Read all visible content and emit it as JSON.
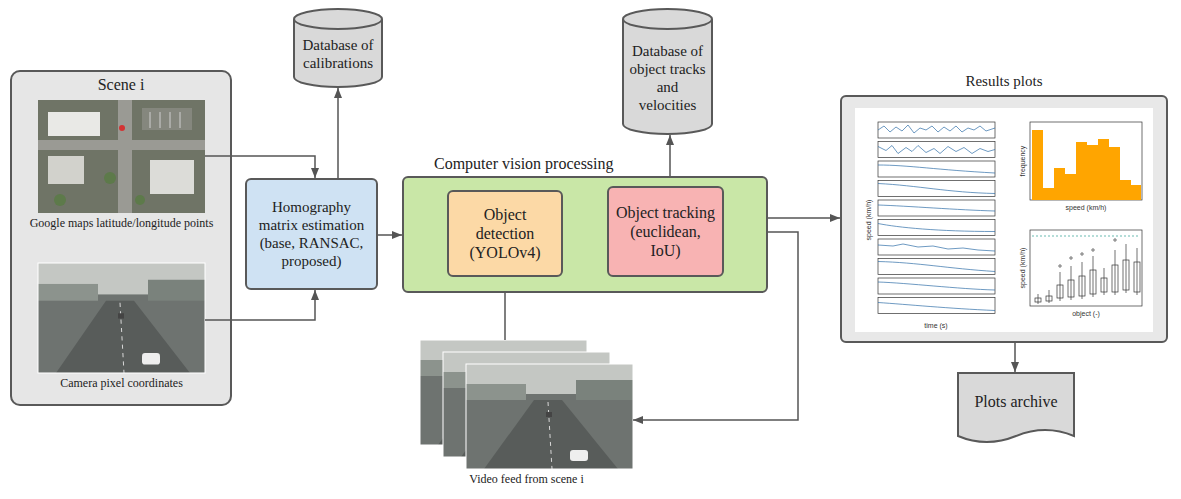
{
  "diagram": {
    "nodes": [
      {
        "text": [
          "Scene i"
        ]
      },
      {
        "text": [
          "Google maps latitude/longitude points"
        ],
        "in": 0
      },
      {
        "text": [
          "Camera pixel coordinates"
        ],
        "in": 0
      },
      {
        "text": [
          "Database of calibrations"
        ]
      },
      {
        "text": [
          "Homography matrix estimation (base, RANSAC, proposed)"
        ]
      },
      {
        "text": [
          "Computer vision processing"
        ]
      },
      {
        "text": [
          "Object detection (YOLOv4)"
        ],
        "in": 5
      },
      {
        "text": [
          "Object tracking (euclidean, IoU)"
        ],
        "in": 5
      },
      {
        "text": [
          "Database of object tracks and velocities"
        ]
      },
      {
        "text": [
          "Video feed from scene i"
        ]
      },
      {
        "text": [
          "Results plots"
        ]
      },
      {
        "text": [
          "Plots archive"
        ]
      }
    ],
    "edges": [
      {
        "from": 1,
        "to": 4,
        "arrow": "to"
      },
      {
        "from": 2,
        "to": 4,
        "arrow": "to"
      },
      {
        "from": 4,
        "to": 3,
        "arrow": "to"
      },
      {
        "from": 4,
        "to": 5,
        "arrow": "to"
      },
      {
        "from": 6,
        "to": 7,
        "arrow": "to"
      },
      {
        "from": 5,
        "to": 8,
        "arrow": "to"
      },
      {
        "from": 9,
        "to": 6,
        "arrow": "to"
      },
      {
        "from": 7,
        "to": 9,
        "arrow": "to"
      },
      {
        "from": 5,
        "to": 10,
        "arrow": "to"
      },
      {
        "from": 10,
        "to": 11,
        "arrow": "to"
      }
    ],
    "labels": [
      "speed (km/h)",
      "time (s)",
      "frequency",
      "speed (km/h)",
      "speed (km/h)",
      "object (-)"
    ]
  }
}
